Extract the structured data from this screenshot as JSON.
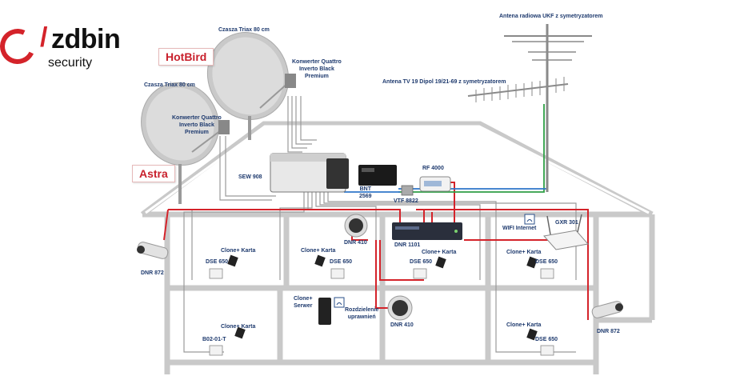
{
  "brand": {
    "name": "zdbin",
    "tagline": "security"
  },
  "satellites": {
    "hotbird": "HotBird",
    "astra": "Astra"
  },
  "dish_labels": {
    "left_dish": "Czasza Triax 80 cm",
    "right_dish": "Czasza Triax 80 cm"
  },
  "lnb_labels": {
    "left_lnb": [
      "Konwerter Quattro",
      "Inverto Black",
      "Premium"
    ],
    "right_lnb": [
      "Konwerter Quattro",
      "Inverto Black",
      "Premium"
    ]
  },
  "antennas": {
    "ukf": "Antena radiowa UKF z symetryzatorem",
    "tv": "Antena TV 19 Dipol 19/21-69 z symetryzatorem"
  },
  "devices": {
    "sew": "SEW 908",
    "bnt": [
      "BNT",
      "2569"
    ],
    "vtf": "VTF 8822",
    "rf": "RF 4000",
    "dnr410_top": "DNR 410",
    "dnr1101": "DNR 1101",
    "wifi": "WIFI Internet",
    "gxr": "GXR 301",
    "dnr872_left": "DNR 872",
    "dnr872_right": "DNR 872",
    "dnr410_bottom": "DNR 410"
  },
  "rooms": {
    "r1": {
      "card": "Clone+ Karta",
      "socket": "DSE 650"
    },
    "r2": {
      "card": "Clone+ Karta",
      "socket": "DSE 650"
    },
    "r3": {
      "card": "Clone+ Karta",
      "socket": "DSE 650"
    },
    "r4": {
      "card": "Clone+ Karta",
      "socket": "DSE 650"
    },
    "r5": {
      "card": "Clone+ Karta",
      "socket": "B02-01-T"
    },
    "r6": {
      "card": "Clone+ Karta",
      "socket": "DSE 650"
    }
  },
  "server": {
    "label": [
      "Clone+",
      "Serwer"
    ],
    "rights": [
      "Rozdzielenie",
      "uprawnień"
    ]
  },
  "colors": {
    "brand_red": "#d4232a",
    "wall": "#c9c9c9",
    "cable_red": "#d4232a",
    "cable_green": "#2e9e45",
    "cable_blue": "#2f76c9",
    "label_blue": "#1e3a6e"
  }
}
